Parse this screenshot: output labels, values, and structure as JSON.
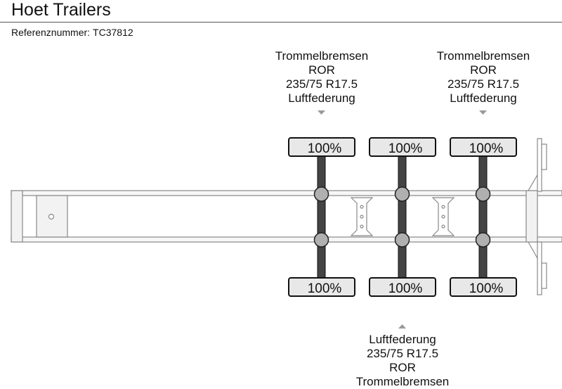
{
  "header": {
    "title": "Hoet Trailers",
    "reference_label": "Referenznummer:",
    "reference_value": "TC37812"
  },
  "axles": [
    {
      "top_load": "100%",
      "bottom_load": "100%"
    },
    {
      "top_load": "100%",
      "bottom_load": "100%"
    },
    {
      "top_load": "100%",
      "bottom_load": "100%"
    }
  ],
  "axle_specs": {
    "top_left": {
      "brakes": "Trommelbremsen",
      "type": "ROR",
      "tires": "235/75 R17.5",
      "suspension": "Luftfederung"
    },
    "top_right": {
      "brakes": "Trommelbremsen",
      "type": "ROR",
      "tires": "235/75 R17.5",
      "suspension": "Luftfederung"
    },
    "bottom_middle": {
      "suspension": "Luftfederung",
      "tires": "235/75 R17.5",
      "type": "ROR",
      "brakes": "Trommelbremsen"
    }
  },
  "colors": {
    "frame": "#888888",
    "frame_fill": "#f2f2f2",
    "axle_bar": "#444444",
    "wheel_fill": "#b0b0b0",
    "box_fill": "#e8e8e8",
    "marker": "#999999"
  }
}
